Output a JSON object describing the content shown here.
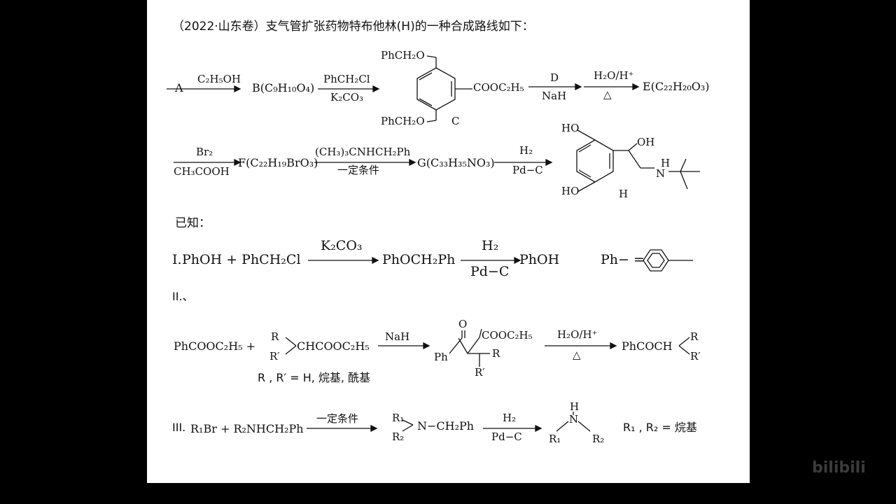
{
  "title": "（2022·山东卷）支气管扩张药物特布他林(H)的一种合成路线如下：",
  "route": {
    "A": "A",
    "r1_above": "C₂H₅OH",
    "B": "B(C₉H₁₀O₄)",
    "r2_above": "PhCH₂Cl",
    "r2_below": "K₂CO₃",
    "C_sub_top": "PhCH₂O",
    "C_sub_bottom": "PhCH₂O",
    "C_ester": "COOC₂H₅",
    "C_label": "C",
    "r3_above": "D",
    "r3_below": "NaH",
    "r4_above": "H₂O/H⁺",
    "r4_below": "△",
    "E": "E(C₂₂H₂₀O₃)",
    "r5_above": "Br₂",
    "r5_below": "CH₃COOH",
    "F": "F(C₂₂H₁₉BrO₃)",
    "r6_above": "(CH₃)₃CNHCH₂Ph",
    "r6_below": "一定条件",
    "G": "G(C₃₃H₃₅NO₃)",
    "r7_above": "H₂",
    "r7_below": "Pd−C",
    "H_ho_top": "HO",
    "H_ho_bottom": "HO",
    "H_oh": "OH",
    "H_nh_h": "H",
    "H_nh_n": "N",
    "H_label": "H"
  },
  "known": {
    "heading": "已知：",
    "I": {
      "label": "I.",
      "lhs": "PhOH + PhCH₂Cl",
      "a1_above": "K₂CO₃",
      "mid": "PhOCH₂Ph",
      "a2_above": "H₂",
      "a2_below": "Pd−C",
      "rhs": "PhOH",
      "ph_def": "Ph− ="
    },
    "II": {
      "label": "II.、",
      "lhs1": "PhCOOC₂H₅ +",
      "r_top": "R",
      "r_bottom": "R′",
      "lhs2": "CHCOOC₂H₅",
      "a1_above": "NaH",
      "note": "R , R′ = H, 烷基, 酰基",
      "p_o": "O",
      "p_ester": "COOC₂H₅",
      "p_ph": "Ph",
      "p_r": "R",
      "p_r2": "R′",
      "a2_above": "H₂O/H⁺",
      "a2_below": "△",
      "rhs": "PhCOCH",
      "rhs_r": "R",
      "rhs_r2": "R′"
    },
    "III": {
      "label": "III.",
      "lhs": "R₁Br + R₂NHCH₂Ph",
      "a1_above": "一定条件",
      "m_r1": "R₁",
      "m_r2": "R₂",
      "m_main": "N−CH₂Ph",
      "a2_above": "H₂",
      "a2_below": "Pd−C",
      "p_h": "H",
      "p_n": "N",
      "p_r1": "R₁",
      "p_r2": "R₂",
      "note": "R₁ , R₂ = 烷基"
    }
  },
  "watermark": "bilibili"
}
